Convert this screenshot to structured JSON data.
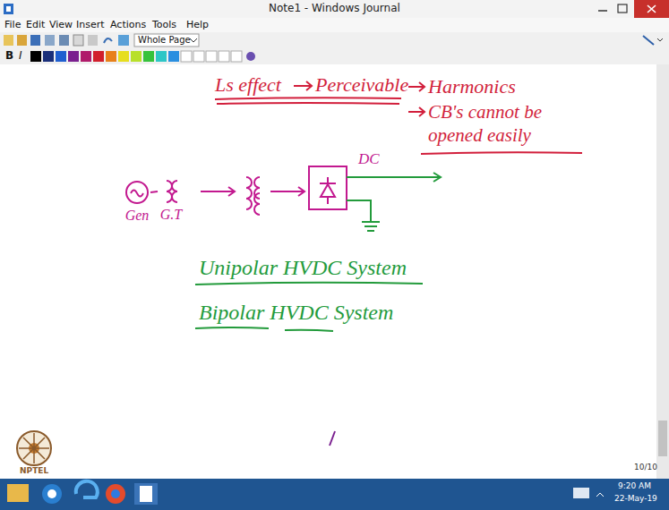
{
  "diagram": {
    "nodes": [
      {
        "text": [
          "Gen"
        ]
      },
      {
        "text": [
          "G.T"
        ]
      }
    ],
    "edges": [
      {
        "from": 0,
        "to": 1,
        "arrow": "none"
      }
    ],
    "labels": [
      "Note1 - Windows Journal",
      "File",
      "Edit",
      "View",
      "Insert",
      "Actions",
      "Tools",
      "Help",
      "Whole Page",
      "B",
      "I",
      "Ls effect",
      "Perceivable",
      "Harmonics",
      "CB's cannot be opened easily",
      "DC",
      "Unipolar HVDC System",
      "Bipolar HVDC System",
      "NPTEL",
      "10/10",
      "9:20 AM",
      "22-May-19"
    ]
  }
}
